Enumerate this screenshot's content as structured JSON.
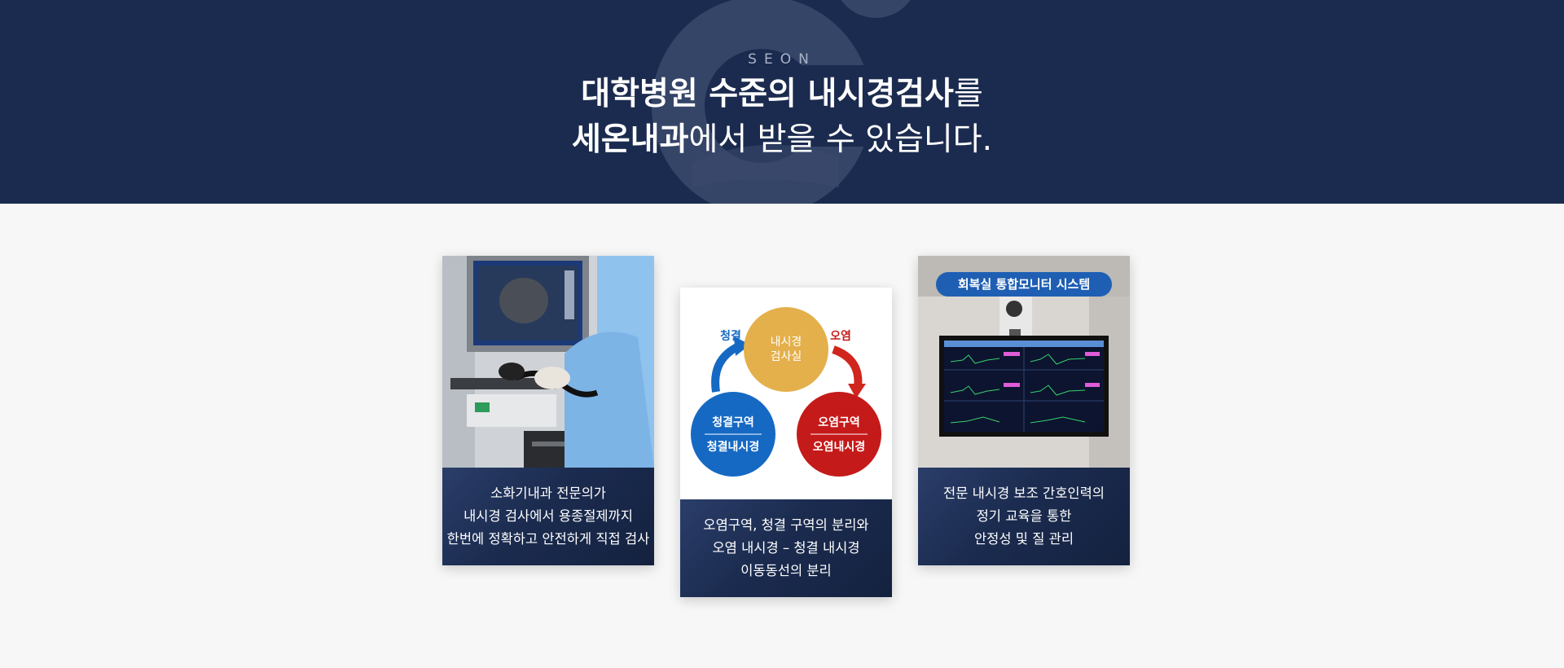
{
  "hero": {
    "brand": "SEON",
    "line1_bold": "대학병원 수준의 내시경검사",
    "line1_light": "를",
    "line2_bold": "세온내과",
    "line2_light": "에서 받을 수 있습니다."
  },
  "colors": {
    "navy": "#1b2b4f",
    "clean_blue": "#1569c3",
    "contaminated_red": "#c51a1a",
    "room_gold": "#e4b04c",
    "pill_blue": "#1e5fb4"
  },
  "cards": [
    {
      "caption": [
        "소화기내과 전문의가",
        "내시경 검사에서 용종절제까지",
        "한번에 정확하고 안전하게 직접 검사"
      ]
    },
    {
      "diagram": {
        "center_line1": "내시경",
        "center_line2": "검사실",
        "left_arrow_label": "청결",
        "right_arrow_label": "오염",
        "clean_zone_top": "청결구역",
        "clean_zone_bottom": "청결내시경",
        "dirty_zone_top": "오염구역",
        "dirty_zone_bottom": "오염내시경"
      },
      "caption": [
        "오염구역, 청결 구역의 분리와",
        "오염 내시경 – 청결 내시경",
        "이동동선의 분리"
      ]
    },
    {
      "badge": "회복실 통합모니터 시스템",
      "caption": [
        "전문 내시경 보조 간호인력의",
        "정기 교육을 통한",
        "안정성 및 질 관리"
      ]
    }
  ]
}
